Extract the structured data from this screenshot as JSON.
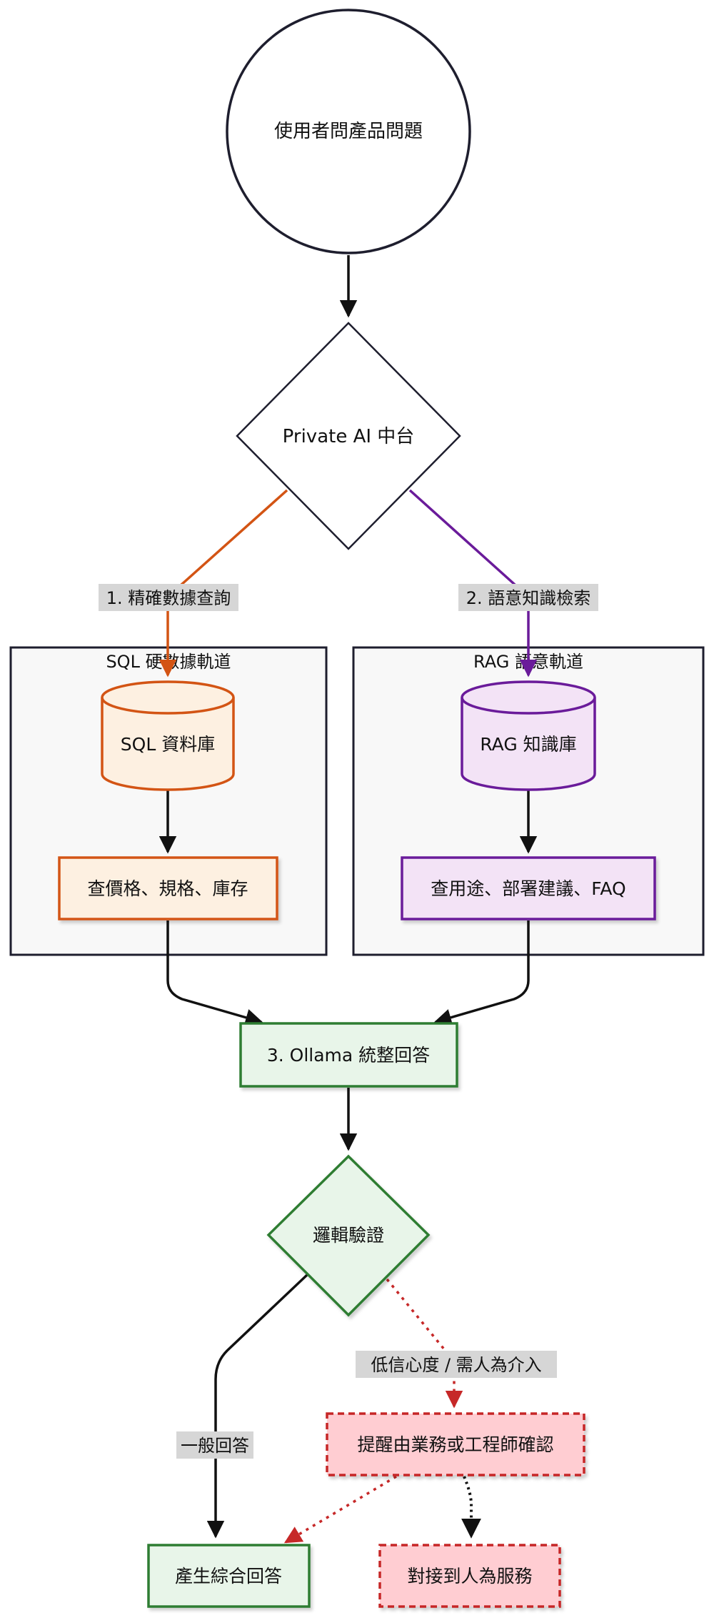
{
  "nodes": {
    "start": "使用者問產品問題",
    "platform": "Private AI 中台",
    "sql_db": "SQL 資料庫",
    "sql_query": "查價格、規格、庫存",
    "rag_db": "RAG 知識庫",
    "rag_query": "查用途、部署建議、FAQ",
    "merge": "3. Ollama 統整回答",
    "validate": "邏輯驗證",
    "alert": "提醒由業務或工程師確認",
    "answer": "產生綜合回答",
    "human": "對接到人為服務"
  },
  "groups": {
    "sql_track": "SQL 硬數據軌道",
    "rag_track": "RAG 語意軌道"
  },
  "edge_labels": {
    "to_sql": "1. 精確數據查詢",
    "to_rag": "2. 語意知識檢索",
    "low_confidence": "低信心度 / 需人為介入",
    "normal": "一般回答"
  },
  "colors": {
    "sql_stroke": "#d35414",
    "sql_fill": "#fdf0e1",
    "rag_stroke": "#6a1b9a",
    "rag_fill": "#f3e3f6",
    "green_stroke": "#2e7d32",
    "green_fill": "#e8f5e9",
    "alert_stroke": "#c62828",
    "alert_fill": "#ffcdd2",
    "group_fill": "#f8f8f8",
    "group_stroke": "#1e1e2e"
  }
}
